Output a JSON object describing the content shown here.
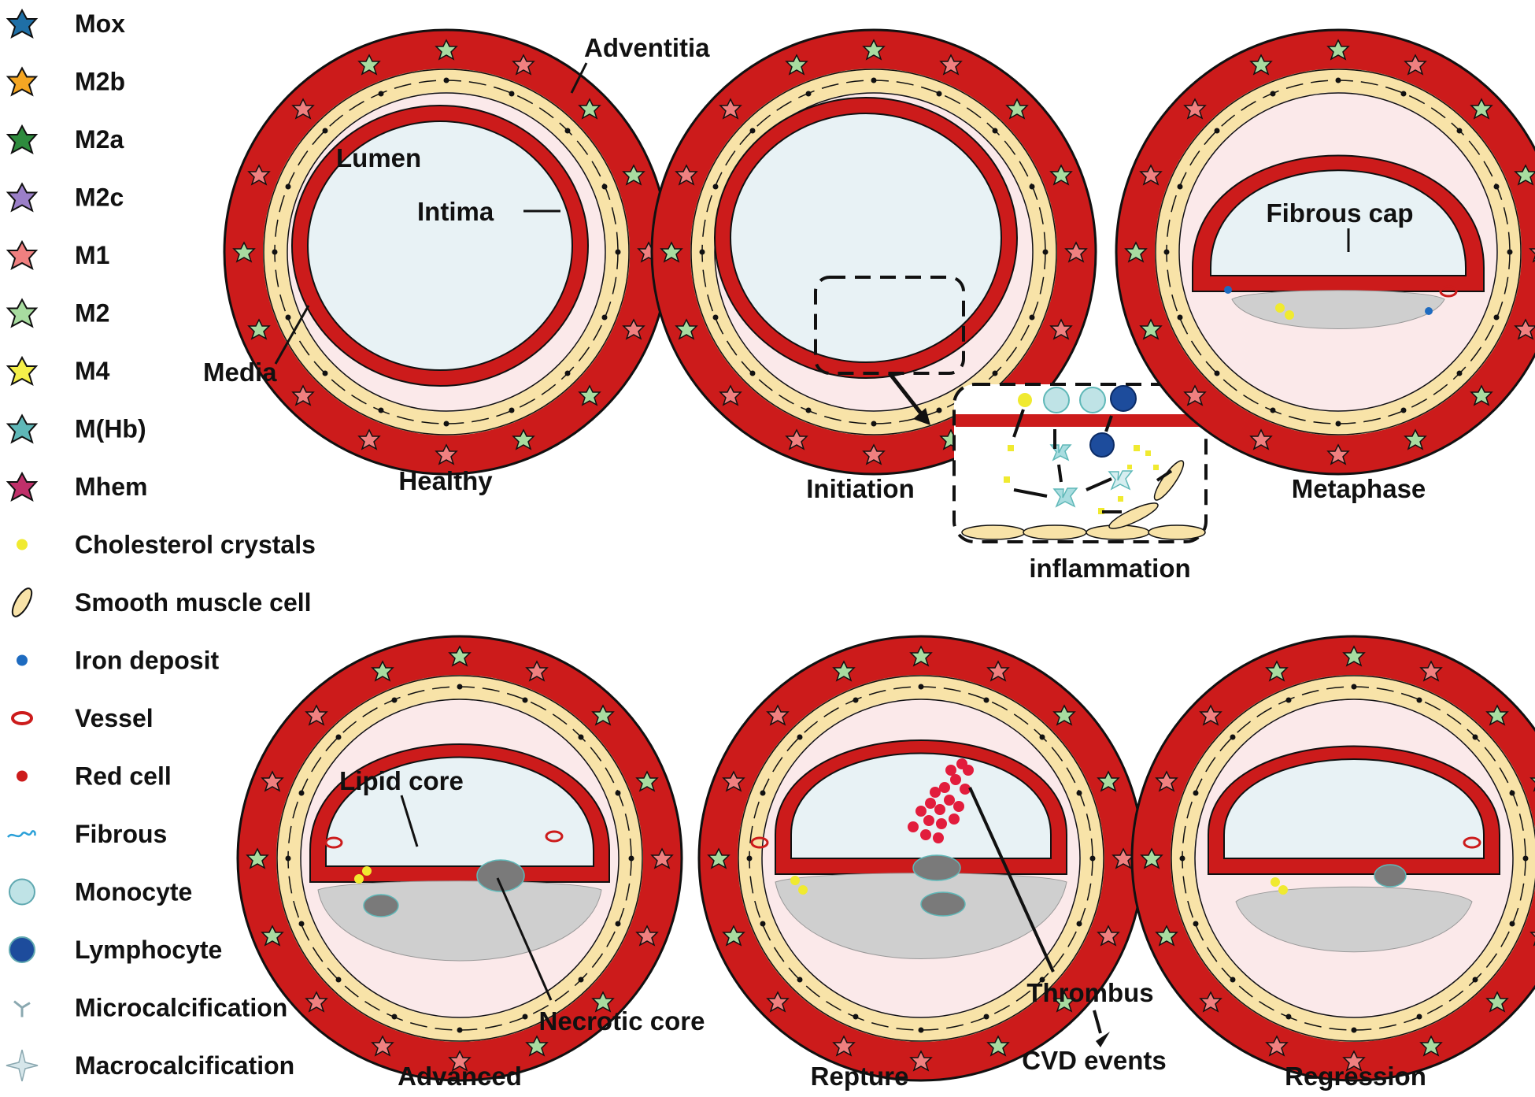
{
  "legend": [
    {
      "label": "Mox",
      "icon": "mox-macrophage-icon",
      "color": "#1f6fa6"
    },
    {
      "label": "M2b",
      "icon": "m2b-macrophage-icon",
      "color": "#f5a623"
    },
    {
      "label": "M2a",
      "icon": "m2a-macrophage-icon",
      "color": "#2e8b3d"
    },
    {
      "label": "M2c",
      "icon": "m2c-macrophage-icon",
      "color": "#9b7fc8"
    },
    {
      "label": "M1",
      "icon": "m1-macrophage-icon",
      "color": "#f08080"
    },
    {
      "label": "M2",
      "icon": "m2-macrophage-icon",
      "color": "#a8dca0"
    },
    {
      "label": "M4",
      "icon": "m4-macrophage-icon",
      "color": "#f4ef4a"
    },
    {
      "label": "M(Hb)",
      "icon": "mhb-macrophage-icon",
      "color": "#5fb8b8"
    },
    {
      "label": "Mhem",
      "icon": "mhem-macrophage-icon",
      "color": "#c0306a"
    },
    {
      "label": "Cholesterol crystals",
      "icon": "cholesterol-crystal-icon",
      "color": "#f0ea30"
    },
    {
      "label": "Smooth muscle cell",
      "icon": "smooth-muscle-cell-icon",
      "color": "#f8e3a8"
    },
    {
      "label": "Iron deposit",
      "icon": "iron-deposit-icon",
      "color": "#1e6bc0"
    },
    {
      "label": "Vessel",
      "icon": "vessel-icon",
      "color": "#cc1b1b"
    },
    {
      "label": "Red  cell",
      "icon": "red-cell-icon",
      "color": "#cc1b1b"
    },
    {
      "label": "Fibrous",
      "icon": "fibrous-icon",
      "color": "#2aa0d8"
    },
    {
      "label": "Monocyte",
      "icon": "monocyte-icon",
      "color": "#bfe3e6"
    },
    {
      "label": "Lymphocyte",
      "icon": "lymphocyte-icon",
      "color": "#1d4c9c"
    },
    {
      "label": "Microcalcification",
      "icon": "microcalcification-icon",
      "color": "#8aa8b0"
    },
    {
      "label": "Macrocalcification",
      "icon": "macrocalcification-icon",
      "color": "#8aa8b0"
    }
  ],
  "stages": {
    "healthy": "Healthy",
    "initiation": "Initiation",
    "metaphase": "Metaphase",
    "advanced": "Advanced",
    "rupture": "Repture",
    "regression": "Regression"
  },
  "labels": {
    "adventitia": "Adventitia",
    "lumen": "Lumen",
    "intima": "Intima",
    "media": "Media",
    "fibrous_cap": "Fibrous cap",
    "inflammation": "inflammation",
    "lipid_core": "Lipid core",
    "necrotic_core": "Necrotic core",
    "thrombus": "Thrombus",
    "cvd_events": "CVD events"
  },
  "colors": {
    "adventitia": "#cc1b1b",
    "media": "#fbe9ea",
    "smc": "#f8e3a8",
    "lumen": "#e8f2f5",
    "core": "#cfcfcf",
    "necrotic": "#7a7a7a"
  }
}
